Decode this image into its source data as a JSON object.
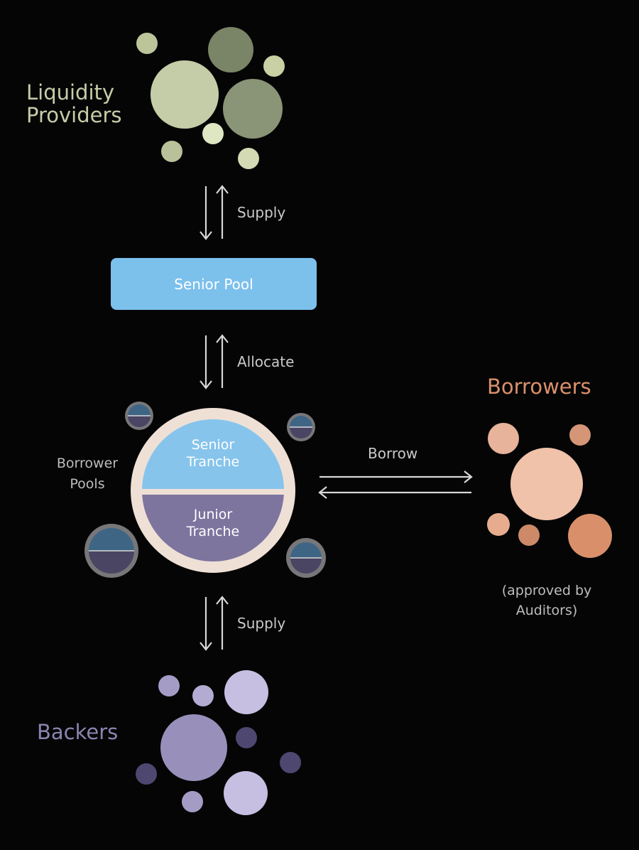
{
  "colors": {
    "background": "#050506",
    "liquidity_providers": "#c5cda8",
    "borrowers": "#d9906a",
    "backers": "#8c84b0",
    "senior_pool": "#7cc0ec",
    "senior_tranche": "#86c4ec",
    "junior_tranche": "#7d759e",
    "ring": "#efe0d6",
    "arrow": "#d8d8d8"
  },
  "groups": {
    "liquidity_providers": {
      "label_line1": "Liquidity",
      "label_line2": "Providers"
    },
    "borrowers": {
      "label": "Borrowers",
      "note_line1": "(approved by",
      "note_line2": "Auditors)"
    },
    "backers": {
      "label": "Backers"
    }
  },
  "senior_pool": {
    "label": "Senior Pool"
  },
  "borrower_pools": {
    "label_line1": "Borrower",
    "label_line2": "Pools",
    "senior_tranche_line1": "Senior",
    "senior_tranche_line2": "Tranche",
    "junior_tranche_line1": "Junior",
    "junior_tranche_line2": "Tranche"
  },
  "flows": {
    "supply_top": "Supply",
    "allocate": "Allocate",
    "borrow": "Borrow",
    "supply_bottom": "Supply"
  }
}
